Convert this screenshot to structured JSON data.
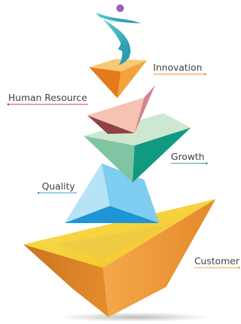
{
  "labels": {
    "innovation": "Innovation",
    "human_resource": "Human Resource",
    "growth": "Growth",
    "quality": "Quality",
    "customer": "Customer"
  },
  "colors": {
    "innovation": "#e8821f",
    "human_resource": "#c0394d",
    "growth": "#1a9a7d",
    "quality": "#1f9ad6",
    "customer": "#e89a2e",
    "figure": "#3bb5c0",
    "figure_head": "#a05cc8",
    "label_text": "#3e3e3e"
  }
}
